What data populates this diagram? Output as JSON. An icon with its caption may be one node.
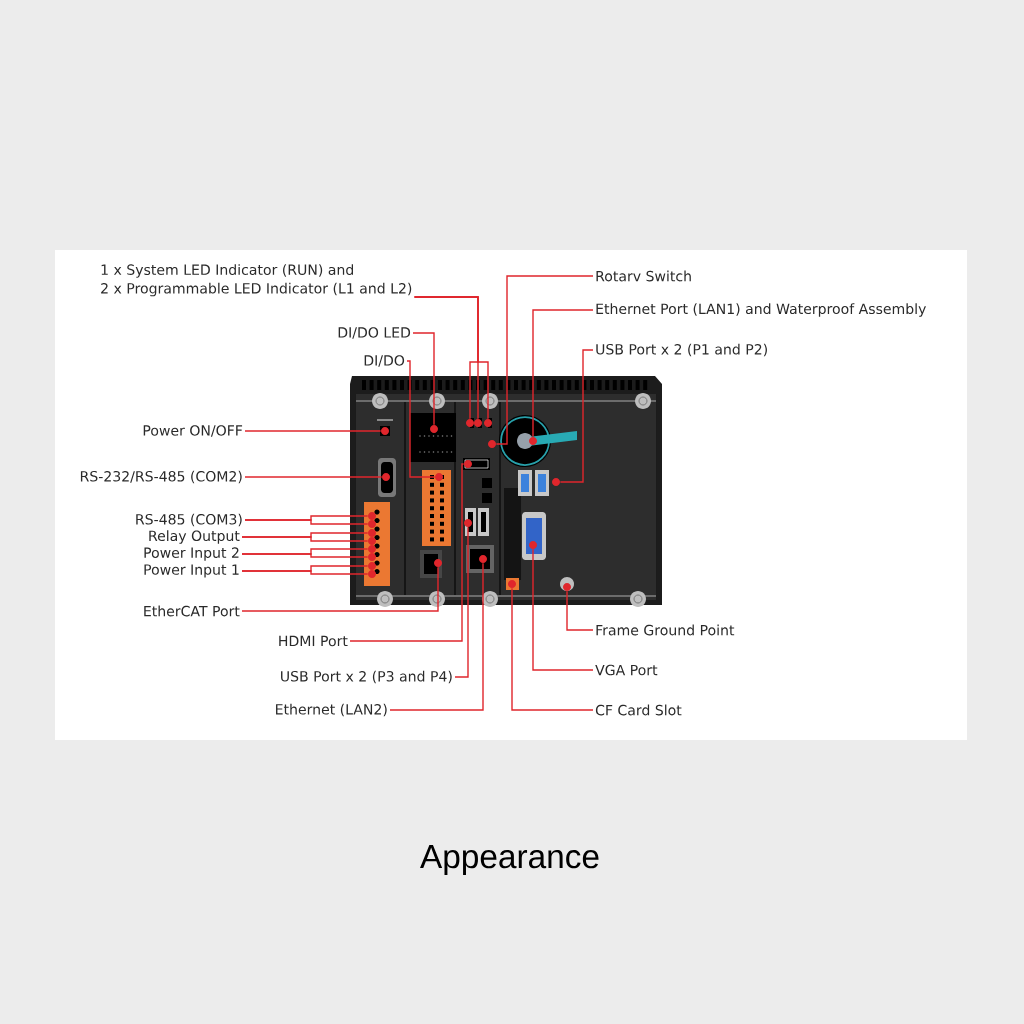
{
  "diagram": {
    "caption": "Appearance",
    "nodes": [
      {
        "text": [
          "1 x System LED Indicator (RUN) and 2 x Programmable LED Indicator (L1 and L2)"
        ]
      },
      {
        "text": [
          "DI/DO LED"
        ]
      },
      {
        "text": [
          "DI/DO"
        ]
      },
      {
        "text": [
          "Power ON/OFF"
        ]
      },
      {
        "text": [
          "RS-232/RS-485 (COM2)"
        ]
      },
      {
        "text": [
          "RS-485 (COM3)"
        ]
      },
      {
        "text": [
          "Relay Output"
        ]
      },
      {
        "text": [
          "Power Input 2"
        ]
      },
      {
        "text": [
          "Power Input 1"
        ]
      },
      {
        "text": [
          "EtherCAT Port"
        ]
      },
      {
        "text": [
          "HDMI Port"
        ]
      },
      {
        "text": [
          "USB Port x 2 (P3 and P4)"
        ]
      },
      {
        "text": [
          "Ethernet (LAN2)"
        ]
      },
      {
        "text": [
          "Rotarv Switch"
        ]
      },
      {
        "text": [
          "Ethernet Port (LAN1) and Waterproof Assembly"
        ]
      },
      {
        "text": [
          "USB Port x 2 (P1 and P2)"
        ]
      },
      {
        "text": [
          "Frame Ground Point"
        ]
      },
      {
        "text": [
          "VGA Port"
        ]
      },
      {
        "text": [
          "CF Card Slot"
        ]
      },
      {
        "text": [],
        "shape": "circle"
      },
      {
        "text": [],
        "shape": "circle"
      },
      {
        "text": [],
        "shape": "circle"
      },
      {
        "text": [],
        "shape": "circle"
      },
      {
        "text": [],
        "shape": "circle"
      },
      {
        "text": [],
        "shape": "circle"
      },
      {
        "text": [],
        "shape": "circle"
      },
      {
        "text": [],
        "shape": "circle"
      },
      {
        "text": [],
        "shape": "circle"
      },
      {
        "text": [],
        "shape": "circle"
      },
      {
        "text": [],
        "shape": "circle"
      },
      {
        "text": [],
        "shape": "circle"
      },
      {
        "text": [],
        "shape": "circle"
      },
      {
        "text": [],
        "shape": "circle"
      },
      {
        "text": [],
        "shape": "circle"
      },
      {
        "text": [],
        "shape": "circle"
      },
      {
        "text": [],
        "shape": "circle"
      },
      {
        "text": [],
        "shape": "circle"
      },
      {
        "text": [],
        "shape": "circle"
      },
      {
        "text": [],
        "shape": "circle"
      },
      {
        "text": [],
        "shape": "circle"
      },
      {
        "text": [],
        "shape": "circle"
      },
      {
        "text": [],
        "shape": "circle"
      },
      {
        "text": [],
        "shape": "circle"
      },
      {
        "text": [],
        "shape": "circle"
      }
    ],
    "edges": [
      {
        "from": 0,
        "to": 19,
        "arrow": "none"
      },
      {
        "from": 0,
        "to": 20,
        "arrow": "none"
      },
      {
        "from": 0,
        "to": 21,
        "arrow": "none"
      },
      {
        "from": 1,
        "to": 22,
        "arrow": "none"
      },
      {
        "from": 2,
        "to": 23,
        "arrow": "none"
      },
      {
        "from": 3,
        "to": 24,
        "arrow": "none"
      },
      {
        "from": 4,
        "to": 25,
        "arrow": "none"
      },
      {
        "from": 5,
        "to": 26,
        "arrow": "none"
      },
      {
        "from": 5,
        "to": 27,
        "arrow": "none"
      },
      {
        "from": 6,
        "to": 28,
        "arrow": "none"
      },
      {
        "from": 6,
        "to": 29,
        "arrow": "none"
      },
      {
        "from": 7,
        "to": 30,
        "arrow": "none"
      },
      {
        "from": 7,
        "to": 31,
        "arrow": "none"
      },
      {
        "from": 8,
        "to": 32,
        "arrow": "none"
      },
      {
        "from": 8,
        "to": 33,
        "arrow": "none"
      },
      {
        "from": 9,
        "to": 34,
        "arrow": "none"
      },
      {
        "from": 10,
        "to": 35,
        "arrow": "none"
      },
      {
        "from": 11,
        "to": 36,
        "arrow": "none"
      },
      {
        "from": 12,
        "to": 37,
        "arrow": "none"
      },
      {
        "from": 13,
        "to": 38,
        "arrow": "none"
      },
      {
        "from": 14,
        "to": 39,
        "arrow": "none"
      },
      {
        "from": 15,
        "to": 40,
        "arrow": "none"
      },
      {
        "from": 16,
        "to": 41,
        "arrow": "none"
      },
      {
        "from": 17,
        "to": 42,
        "arrow": "none"
      },
      {
        "from": 18,
        "to": 43,
        "arrow": "none"
      }
    ]
  }
}
